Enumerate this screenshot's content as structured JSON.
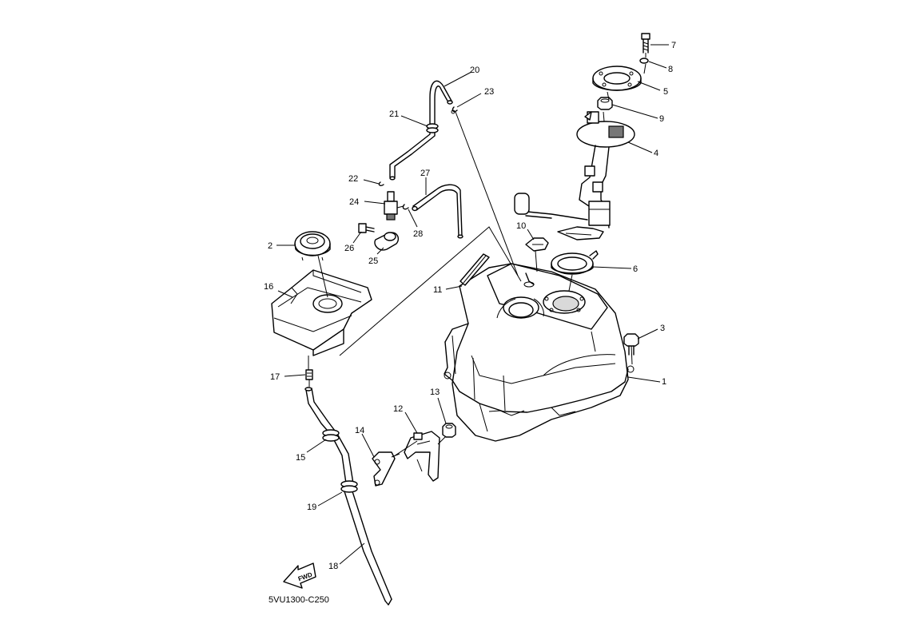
{
  "diagram": {
    "code": "5VU1300-C250",
    "fwd_label": "FWD",
    "callouts": [
      {
        "id": "c1",
        "text": "1"
      },
      {
        "id": "c2",
        "text": "2"
      },
      {
        "id": "c3",
        "text": "3"
      },
      {
        "id": "c4",
        "text": "4"
      },
      {
        "id": "c5",
        "text": "5"
      },
      {
        "id": "c6",
        "text": "6"
      },
      {
        "id": "c7",
        "text": "7"
      },
      {
        "id": "c8",
        "text": "8"
      },
      {
        "id": "c9",
        "text": "9"
      },
      {
        "id": "c10",
        "text": "10"
      },
      {
        "id": "c11",
        "text": "11"
      },
      {
        "id": "c12",
        "text": "12"
      },
      {
        "id": "c13",
        "text": "13"
      },
      {
        "id": "c14",
        "text": "14"
      },
      {
        "id": "c15",
        "text": "15"
      },
      {
        "id": "c16",
        "text": "16"
      },
      {
        "id": "c17",
        "text": "17"
      },
      {
        "id": "c18",
        "text": "18"
      },
      {
        "id": "c19",
        "text": "19"
      },
      {
        "id": "c20",
        "text": "20"
      },
      {
        "id": "c21",
        "text": "21"
      },
      {
        "id": "c22",
        "text": "22"
      },
      {
        "id": "c23",
        "text": "23"
      },
      {
        "id": "c24",
        "text": "24"
      },
      {
        "id": "c25",
        "text": "25"
      },
      {
        "id": "c26",
        "text": "26"
      },
      {
        "id": "c27",
        "text": "27"
      },
      {
        "id": "c28",
        "text": "28"
      }
    ]
  }
}
